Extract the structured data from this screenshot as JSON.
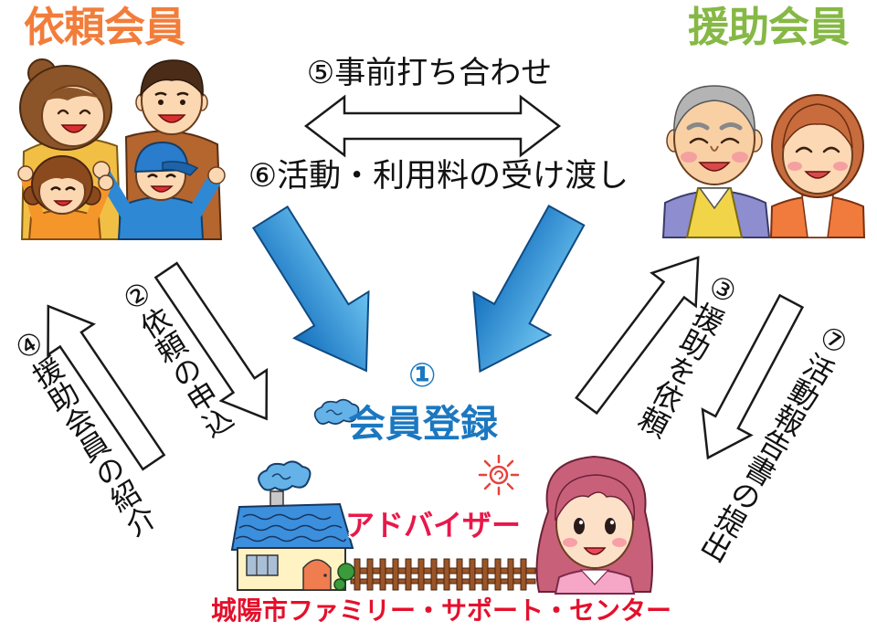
{
  "members": {
    "requesting": "依頼会員",
    "helping": "援助会員"
  },
  "steps": {
    "meeting": "⑤事前打ち合わせ",
    "payment": "⑥活動・利用料の受け渡し",
    "registration_number": "①",
    "registration": "会員登録",
    "application": "②依頼の申込",
    "request_help": "③援助を依頼",
    "introduce_helper": "④援助会員の紹介",
    "report": "⑦活動報告書の提出"
  },
  "center": {
    "advisor": "アドバイザー",
    "name": "城陽市ファミリー・サポート・センター"
  },
  "colors": {
    "requesting_member": "#f27d3a",
    "helping_member": "#86b845",
    "registration": "#1b78c0",
    "advisor": "#e8184a",
    "center_name": "#e4102c",
    "arrow_blue": "#2a8fd6"
  },
  "illustrations": {
    "requesting": "family-illustration",
    "helping": "elderly-couple-illustration",
    "center": "house-illustration",
    "advisor": "advisor-illustration",
    "weather": [
      "cloud-icon",
      "sun-icon"
    ]
  }
}
